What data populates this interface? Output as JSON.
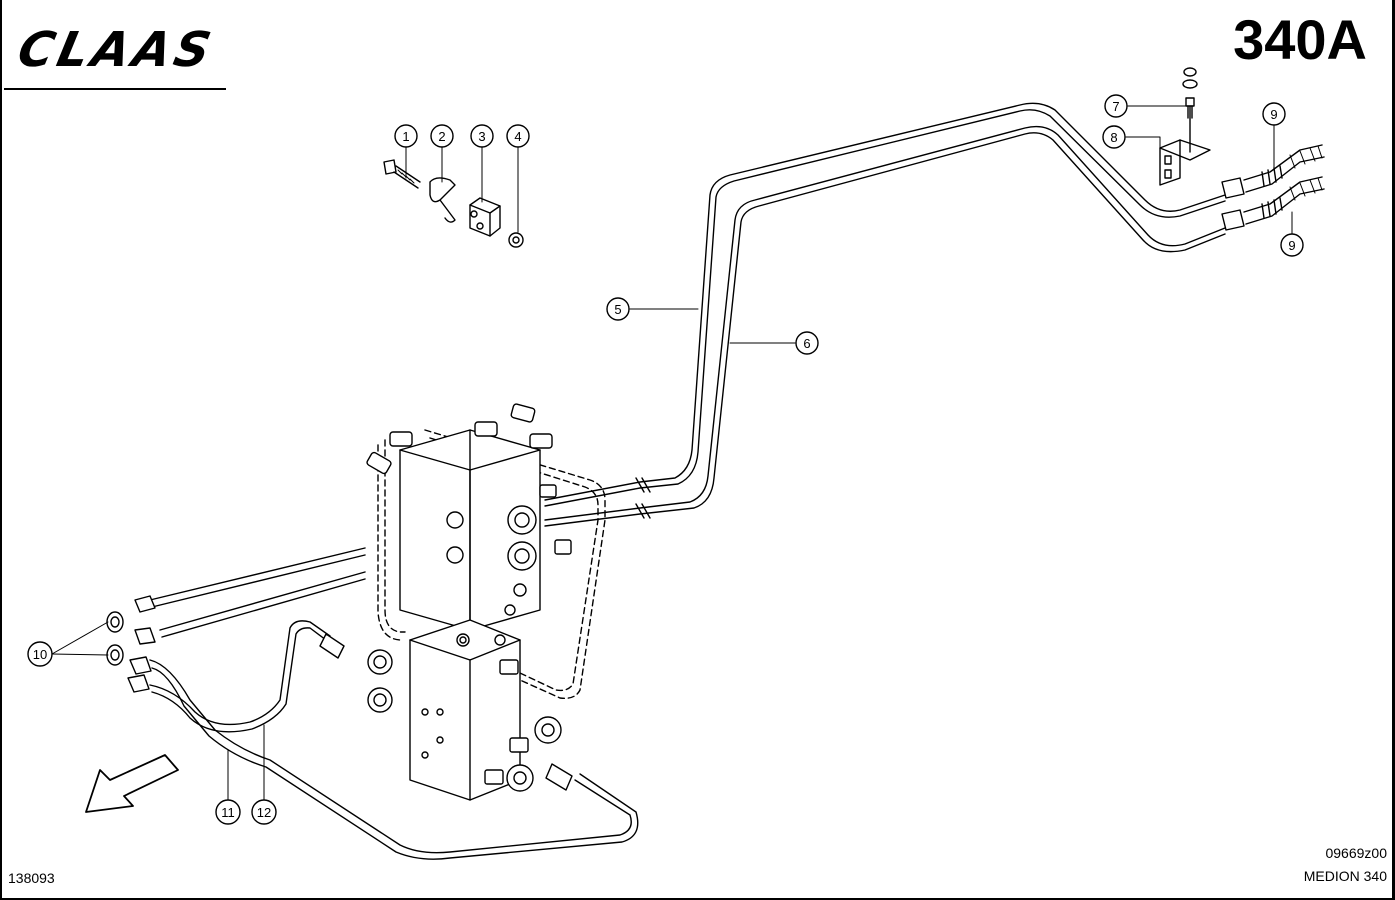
{
  "header": {
    "brand": "CLAAS",
    "page_number": "340A"
  },
  "callouts": [
    {
      "id": "c1",
      "label": "1"
    },
    {
      "id": "c2",
      "label": "2"
    },
    {
      "id": "c3",
      "label": "3"
    },
    {
      "id": "c4",
      "label": "4"
    },
    {
      "id": "c5",
      "label": "5"
    },
    {
      "id": "c6",
      "label": "6"
    },
    {
      "id": "c7",
      "label": "7"
    },
    {
      "id": "c8",
      "label": "8"
    },
    {
      "id": "c9a",
      "label": "9"
    },
    {
      "id": "c9b",
      "label": "9"
    },
    {
      "id": "c10",
      "label": "10"
    },
    {
      "id": "c11",
      "label": "11"
    },
    {
      "id": "c12",
      "label": "12"
    }
  ],
  "footer": {
    "doc_number": "138093",
    "drawing_code": "09669z00",
    "model": "MEDION 340"
  }
}
